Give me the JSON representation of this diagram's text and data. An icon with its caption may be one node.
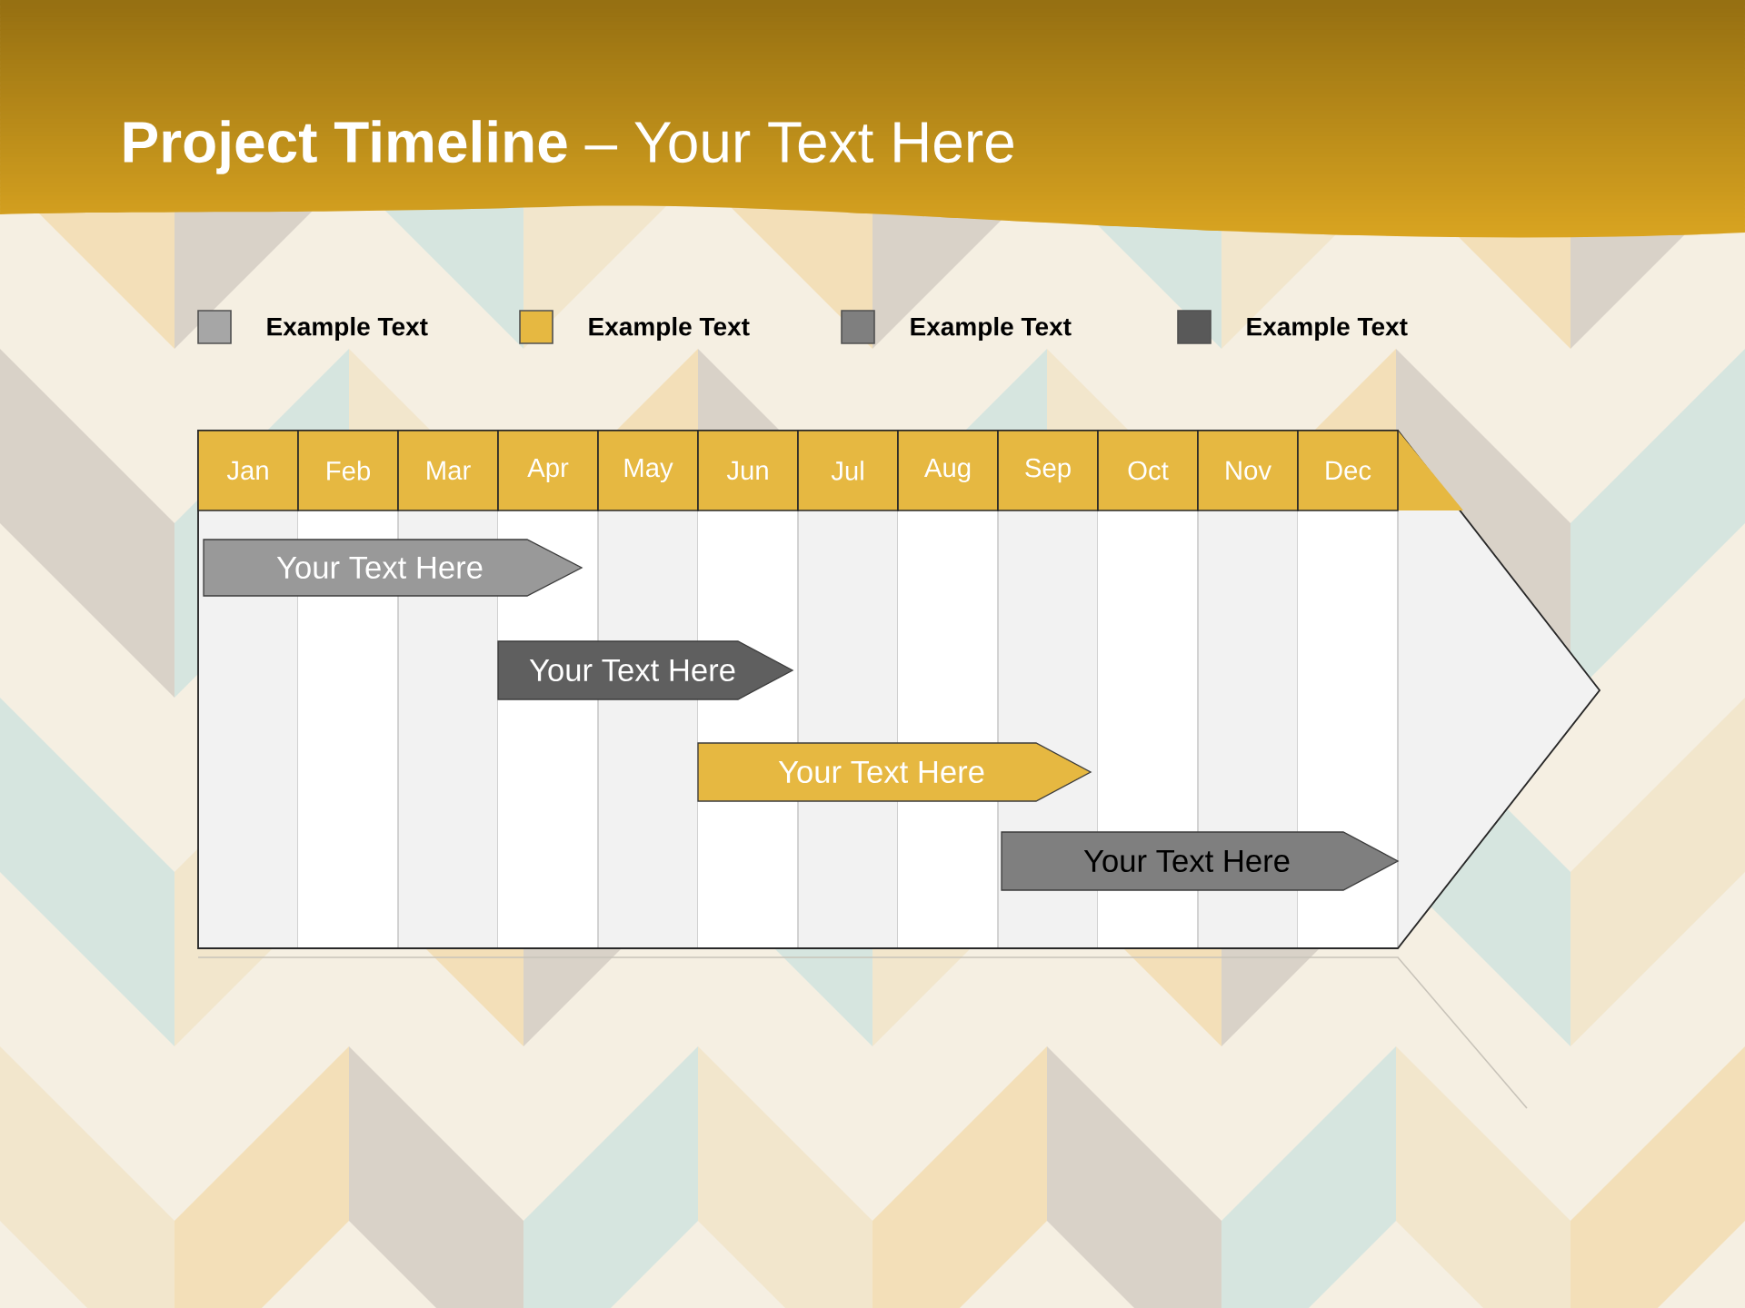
{
  "diagram": {
    "title": "**Project Timeline** – Your Text Here",
    "nodes": [
      {
        "text": [
          "Your  Text Here"
        ]
      },
      {
        "text": [
          "Your  Text Here"
        ]
      },
      {
        "text": [
          "Your  Text Here"
        ]
      },
      {
        "text": [
          "Your  Text Here"
        ]
      }
    ],
    "labels": [
      "Jan",
      "Feb",
      "Mar",
      "Apr",
      "May",
      "Jun",
      "Jul",
      "Aug",
      "Sep",
      "Oct",
      "Nov",
      "Dec"
    ],
    "legend": [
      {
        "text": "Example Text",
        "color": "#a6a6a6"
      },
      {
        "text": "Example Text",
        "color": "#e6b841"
      },
      {
        "text": "Example Text",
        "color": "#7f7f7f"
      },
      {
        "text": "Example Text",
        "color": "#595959"
      }
    ]
  }
}
